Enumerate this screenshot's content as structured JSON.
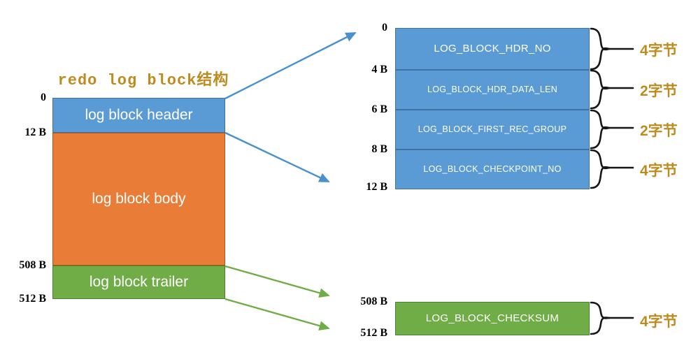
{
  "diagram": {
    "title": "redo log block结构",
    "colors": {
      "blue": "#5B9BD5",
      "orange": "#E97C36",
      "green": "#70AD47",
      "annotation": "#BE8C1E",
      "tick": "#000000"
    }
  },
  "left_block": {
    "sections": [
      {
        "label": "log block header",
        "start": "0",
        "end": "12 B"
      },
      {
        "label": "log block body",
        "start": "12 B",
        "end": "508 B"
      },
      {
        "label": "log block trailer",
        "start": "508 B",
        "end": "512 B"
      }
    ],
    "ticks": [
      "0",
      "12 B",
      "508 B",
      "512 B"
    ]
  },
  "header_detail": {
    "rows": [
      {
        "label": "LOG_BLOCK_HDR_NO",
        "start": "0",
        "end": "4 B",
        "size": "4字节"
      },
      {
        "label": "LOG_BLOCK_HDR_DATA_LEN",
        "start": "4 B",
        "end": "6 B",
        "size": "2字节"
      },
      {
        "label": "LOG_BLOCK_FIRST_REC_GROUP",
        "start": "6 B",
        "end": "8 B",
        "size": "2字节"
      },
      {
        "label": "LOG_BLOCK_CHECKPOINT_NO",
        "start": "8 B",
        "end": "12 B",
        "size": "4字节"
      }
    ],
    "ticks": [
      "0",
      "4 B",
      "6 B",
      "8 B",
      "12 B"
    ]
  },
  "trailer_detail": {
    "rows": [
      {
        "label": "LOG_BLOCK_CHECKSUM",
        "start": "508 B",
        "end": "512 B",
        "size": "4字节"
      }
    ],
    "ticks": [
      "508 B",
      "512 B"
    ]
  }
}
